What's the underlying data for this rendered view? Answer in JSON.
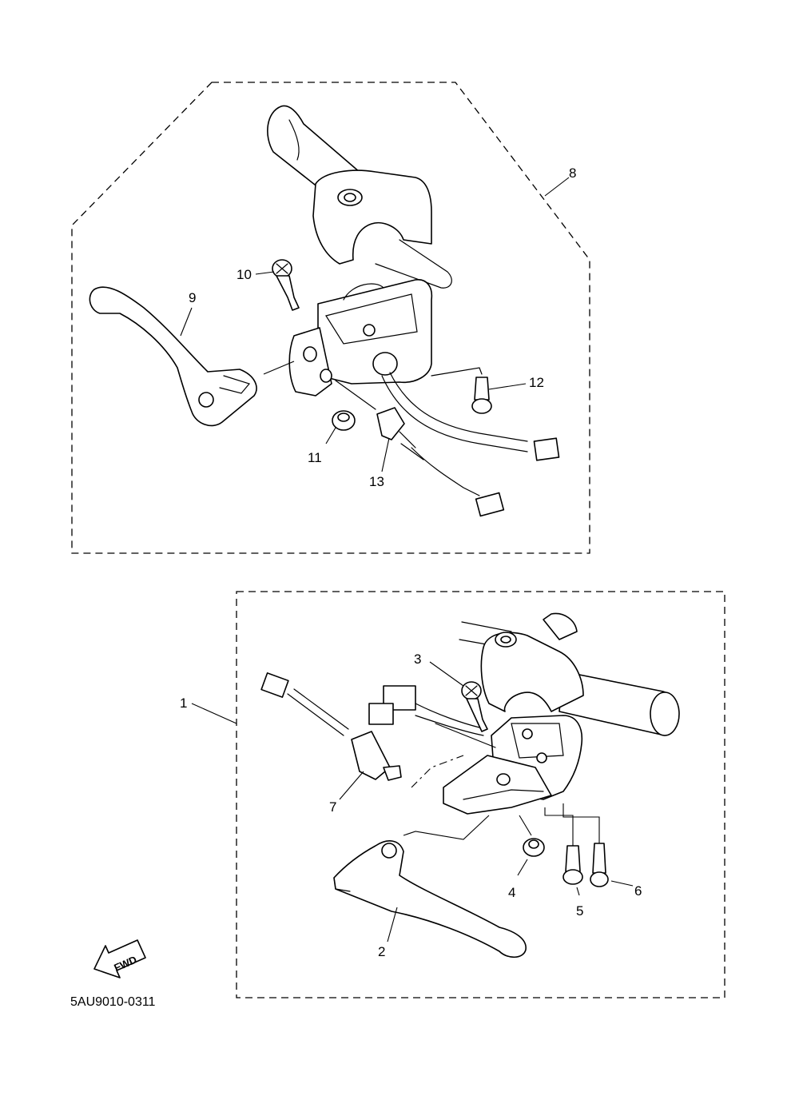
{
  "diagram": {
    "drawing_code": "5AU9010-0311",
    "direction_label": "FWD",
    "callouts": [
      "1",
      "2",
      "3",
      "4",
      "5",
      "6",
      "7",
      "8",
      "9",
      "10",
      "11",
      "12",
      "13"
    ]
  }
}
